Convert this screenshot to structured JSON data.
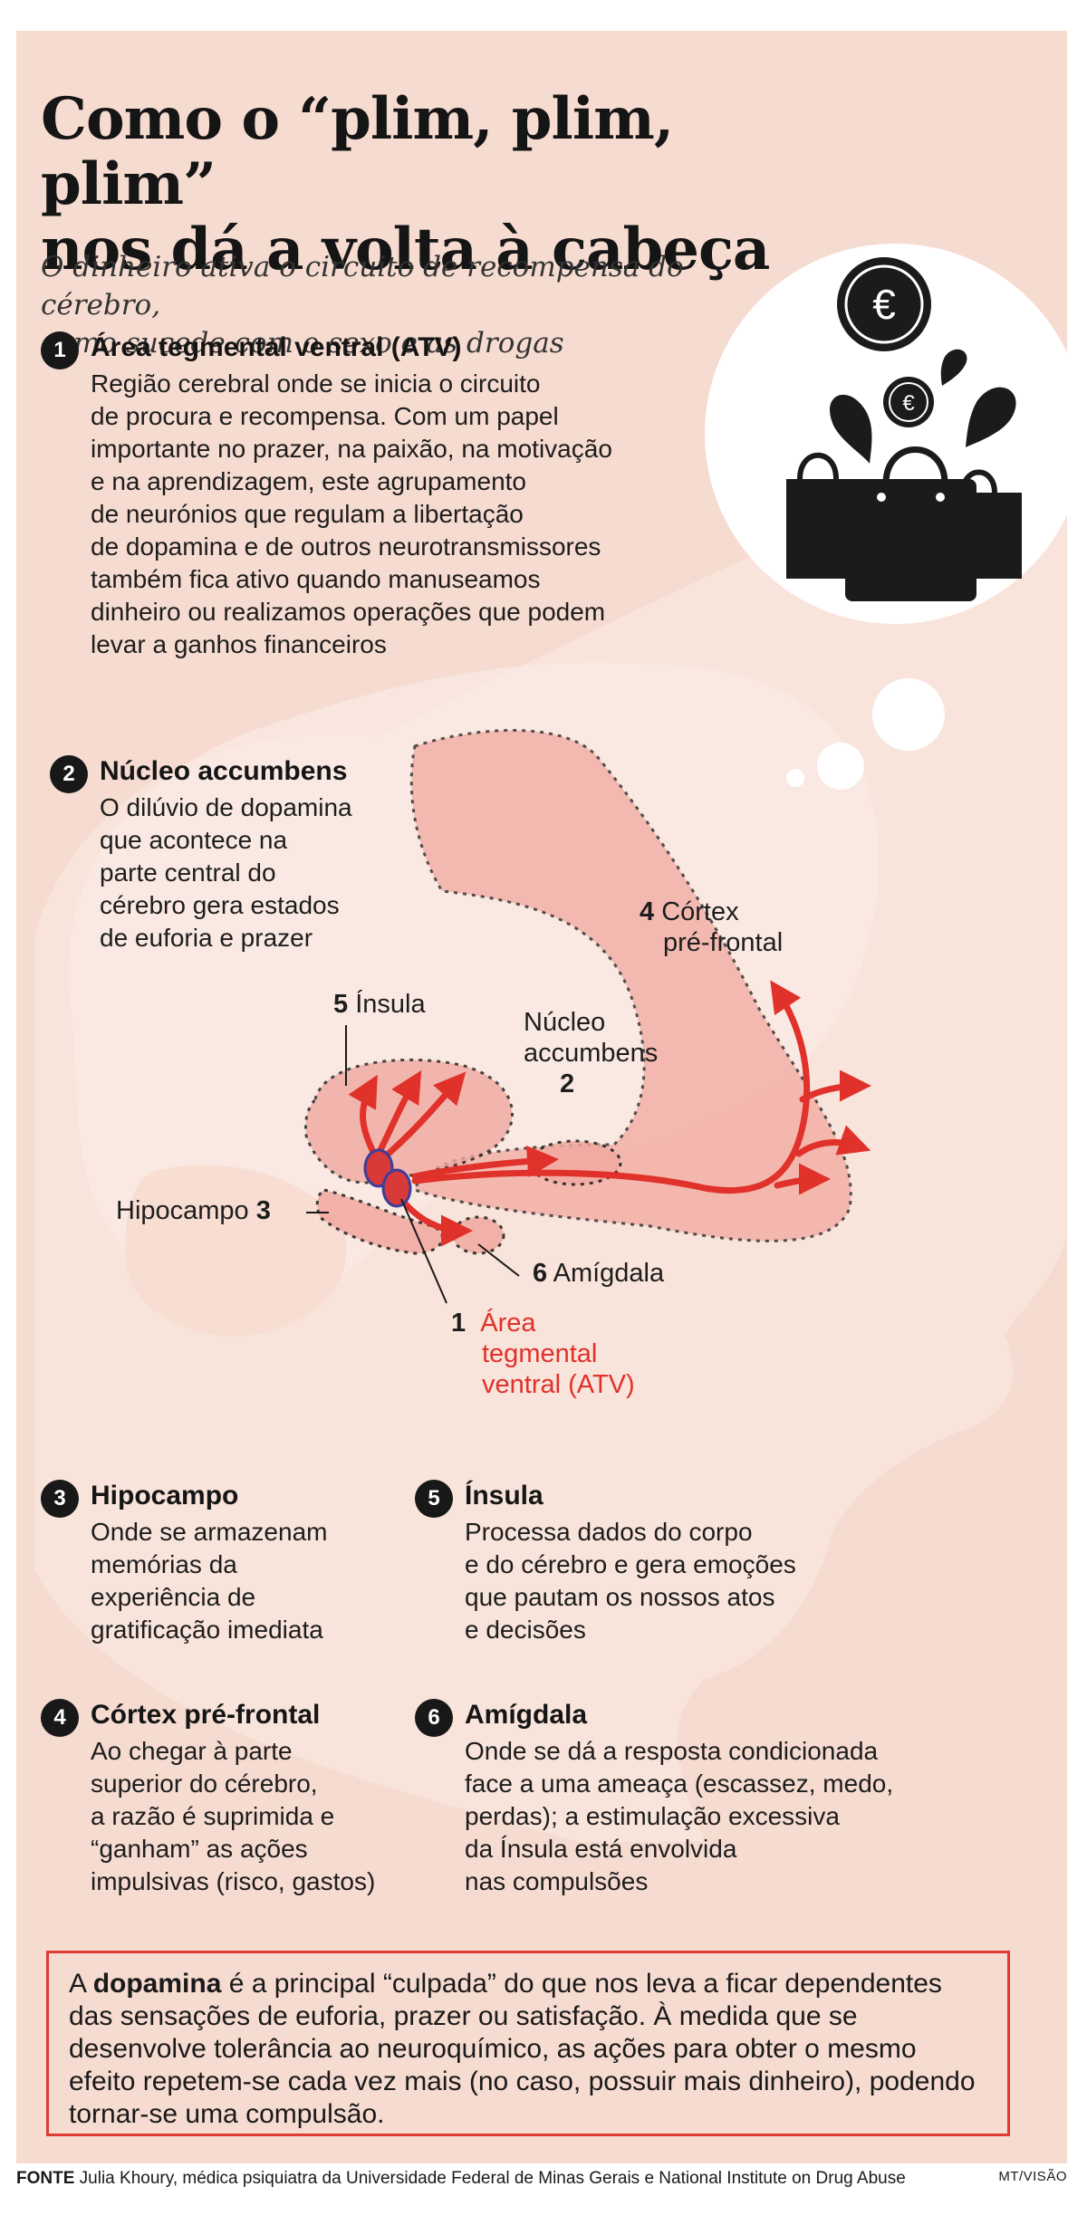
{
  "title_line1": "Como o “plim, plim, plim”",
  "title_line2": "nos dá a volta à cabeça",
  "subtitle_line1": "O dinheiro ativa o circuito de recompensa do cérebro,",
  "subtitle_line2": "como sucede com o sexo e as drogas",
  "euro_symbol": "€",
  "items": [
    {
      "number": "1",
      "title": "Área tegmental ventral (ATV)",
      "lines": [
        "Região cerebral onde se inicia o circuito",
        "de procura e recompensa. Com um papel",
        "importante no prazer, na paixão, na motivação",
        "e na aprendizagem, este agrupamento",
        "de neurónios que regulam a libertação",
        "de dopamina e de outros neurotransmissores",
        "também fica ativo quando manuseamos",
        "dinheiro ou realizamos operações que podem",
        "levar a ganhos financeiros"
      ]
    },
    {
      "number": "2",
      "title": "Núcleo accumbens",
      "lines": [
        "O dilúvio de dopamina",
        "que acontece na",
        "parte central do",
        "cérebro gera estados",
        "de euforia e prazer"
      ]
    },
    {
      "number": "3",
      "title": "Hipocampo",
      "lines": [
        "Onde se armazenam",
        "memórias da",
        "experiência de",
        "gratificação imediata"
      ]
    },
    {
      "number": "4",
      "title": "Córtex pré-frontal",
      "lines": [
        "Ao chegar à parte",
        "superior do cérebro,",
        "a razão é suprimida e",
        "“ganham” as ações",
        "impulsivas (risco, gastos)"
      ]
    },
    {
      "number": "5",
      "title": "Ínsula",
      "lines": [
        "Processa dados do corpo",
        "e do cérebro e gera emoções",
        "que pautam os nossos atos",
        "e decisões"
      ]
    },
    {
      "number": "6",
      "title": "Amígdala",
      "lines": [
        "Onde se dá a resposta condicionada",
        "face a uma ameaça (escassez, medo,",
        "perdas); a estimulação excessiva",
        "da Ínsula está envolvida",
        "nas compulsões"
      ]
    }
  ],
  "labels": {
    "cortex": {
      "number": "4",
      "line1": "Córtex",
      "line2": "pré-frontal"
    },
    "insula": {
      "number": "5",
      "text": "Ínsula"
    },
    "nucleus": {
      "line1": "Núcleo",
      "line2": "accumbens",
      "number": "2"
    },
    "hippocampus": {
      "text": "Hipocampo",
      "number": "3"
    },
    "amygdala": {
      "number": "6",
      "text": "Amígdala"
    },
    "atv": {
      "number": "1",
      "line1": "Área",
      "line2": "tegmental",
      "line3": "ventral (ATV)"
    }
  },
  "note": {
    "prefix": "A ",
    "bold": "dopamina",
    "rest": " é a principal “culpada” do que nos leva a ficar dependentes das sensações de euforia, prazer ou satisfação. À medida que se desenvolve tolerância ao neuroquímico, as ações para obter o mesmo efeito repetem-se cada vez mais (no caso, possuir mais dinheiro), podendo tornar-se uma compulsão."
  },
  "footer": {
    "label": "FONTE",
    "text": " Julia Khoury, médica psiquiatra da Universidade Federal de Minas Gerais e National Institute on Drug Abuse",
    "credit": "MT/VISÃO"
  },
  "colors": {
    "background": "#f6dbd0",
    "accent_red": "#e0312a",
    "region_fill": "#f1a9a0",
    "dark": "#181818",
    "atv_blue": "#3b3f9a"
  }
}
